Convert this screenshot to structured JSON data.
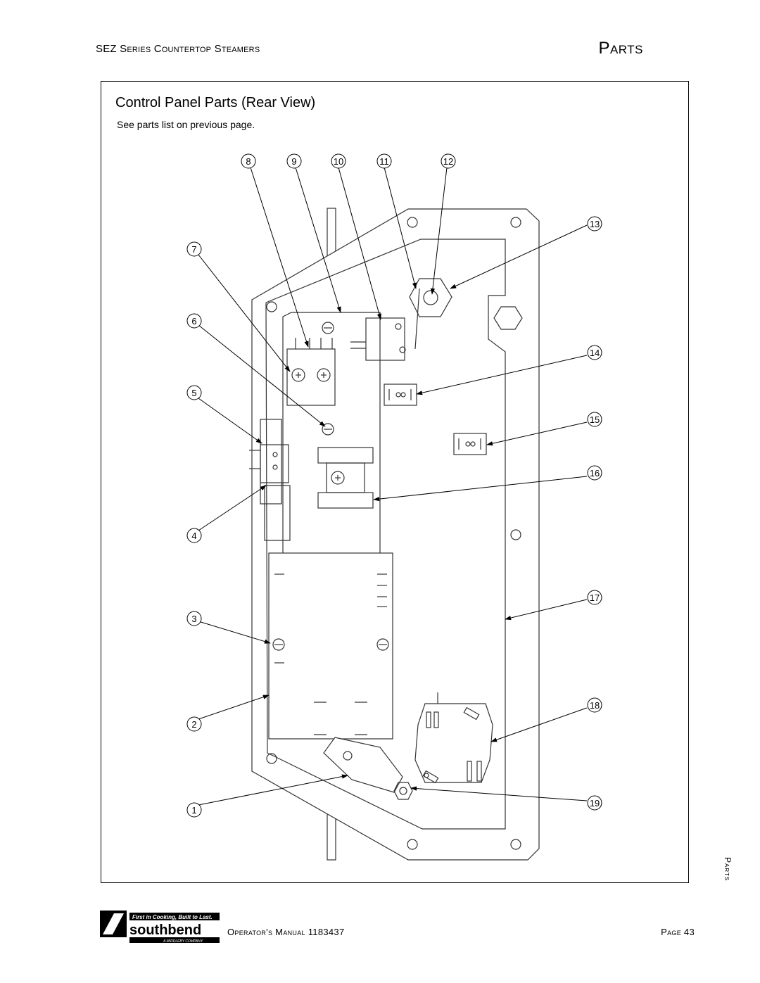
{
  "header": {
    "series_title": "SEZ Series Countertop Steamers",
    "section": "Parts"
  },
  "figure": {
    "title": "Control Panel Parts (Rear View)",
    "note": "See parts list on previous page.",
    "callouts": [
      "1",
      "2",
      "3",
      "4",
      "5",
      "6",
      "7",
      "8",
      "9",
      "10",
      "11",
      "12",
      "13",
      "14",
      "15",
      "16",
      "17",
      "18",
      "19"
    ]
  },
  "side_tab": {
    "label": "Parts"
  },
  "logo": {
    "tagline": "First in Cooking, Built to Last.",
    "brand": "southbend",
    "subtitle": "A MIDDLEBY COMPANY"
  },
  "footer": {
    "manual": "Operator's Manual 1183437",
    "page": "Page 43"
  }
}
